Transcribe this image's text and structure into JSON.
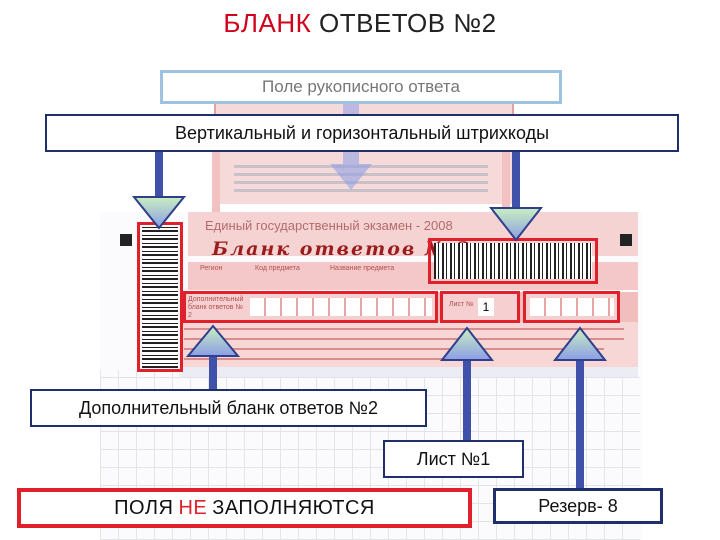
{
  "title": {
    "part1": "БЛАНК",
    "part2": "ОТВЕТОВ №2"
  },
  "labels": {
    "handwritten": "Поле рукописного ответа",
    "barcodes": "Вертикальный и горизонтальный штрихкоды",
    "extra_blank": "Дополнительный бланк ответов №2",
    "sheet": "Лист №1",
    "fields_pre": "ПОЛЯ",
    "fields_not": "НЕ",
    "fields_post": "ЗАПОЛНЯЮТСЯ",
    "reserve": "Резерв- 8"
  },
  "form": {
    "header": "Единый государственный экзамен - 2008",
    "title": "Бланк ответов № 2",
    "region": "Регион",
    "subject_code": "Код предмета",
    "subject_name": "Название предмета",
    "extra_label": "Дополнительный бланк ответов № 2",
    "sheet_label": "Лист №",
    "sheet_value": "1"
  },
  "colors": {
    "accent_red": "#e0202a",
    "arrow_fill": "#9aa9e8",
    "arrow_stroke": "#2f3f8a",
    "arrow_tip_green": "#c8efc0",
    "label_border": "#1f2f6b"
  }
}
